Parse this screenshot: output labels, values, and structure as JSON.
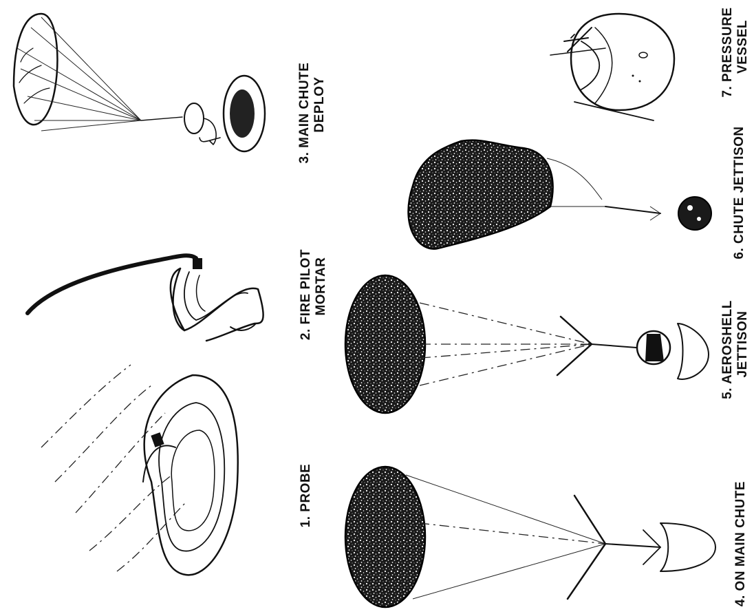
{
  "steps": [
    {
      "number": "1.",
      "lines": [
        "PROBE"
      ]
    },
    {
      "number": "2.",
      "lines": [
        "FIRE PILOT",
        "MORTAR"
      ]
    },
    {
      "number": "3.",
      "lines": [
        "MAIN CHUTE",
        "DEPLOY"
      ]
    },
    {
      "number": "4.",
      "lines": [
        "ON MAIN CHUTE"
      ]
    },
    {
      "number": "5.",
      "lines": [
        "AEROSHELL",
        "JETTISON"
      ]
    },
    {
      "number": "6.",
      "lines": [
        "CHUTE JETTISON"
      ]
    },
    {
      "number": "7.",
      "lines": [
        "PRESSURE",
        "VESSEL"
      ]
    }
  ],
  "icons": {
    "step1": "probe-aeroshell-icon",
    "step2": "pilot-chute-icon",
    "step3": "main-chute-deploy-icon",
    "step4": "main-chute-descent-icon",
    "step5": "aeroshell-jettison-icon",
    "step6": "chute-jettison-icon",
    "step7": "pressure-vessel-icon"
  }
}
